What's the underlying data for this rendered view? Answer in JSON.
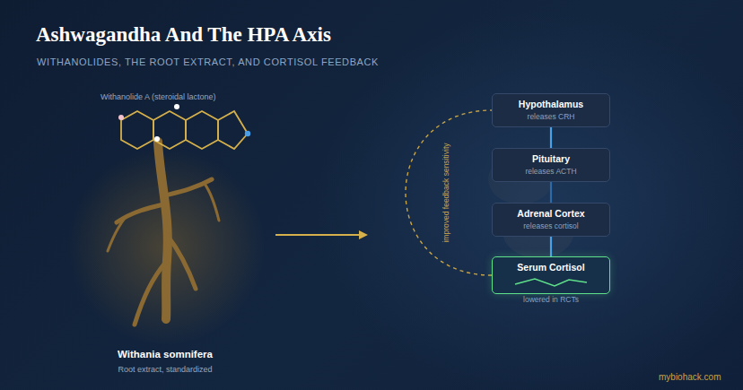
{
  "diagram": {
    "title": "Ashwagandha And The HPA Axis",
    "caption": "WITHANOLIDES, THE ROOT EXTRACT, AND CORTISOL FEEDBACK",
    "nodes": [
      {
        "text": [
          "Hypothalamus",
          "releases CRH"
        ]
      },
      {
        "text": [
          "Pituitary",
          "releases ACTH"
        ]
      },
      {
        "text": [
          "Adrenal Cortex",
          "releases cortisol"
        ]
      },
      {
        "text": [
          "Serum Cortisol"
        ]
      }
    ],
    "edges": [
      {
        "from": 0,
        "to": 1,
        "arrow": "none"
      },
      {
        "from": 1,
        "to": 2,
        "arrow": "none"
      },
      {
        "from": 2,
        "to": 3,
        "arrow": "none"
      },
      {
        "from": 3,
        "to": 0,
        "label": "improved feedback sensitivity",
        "arrow": "none"
      }
    ],
    "labels": [
      "Withanolide A (steroidal lactone)",
      "Withania somnifera",
      "Root extract, standardized",
      "lowered in RCTs",
      "mybiohack.com"
    ]
  }
}
